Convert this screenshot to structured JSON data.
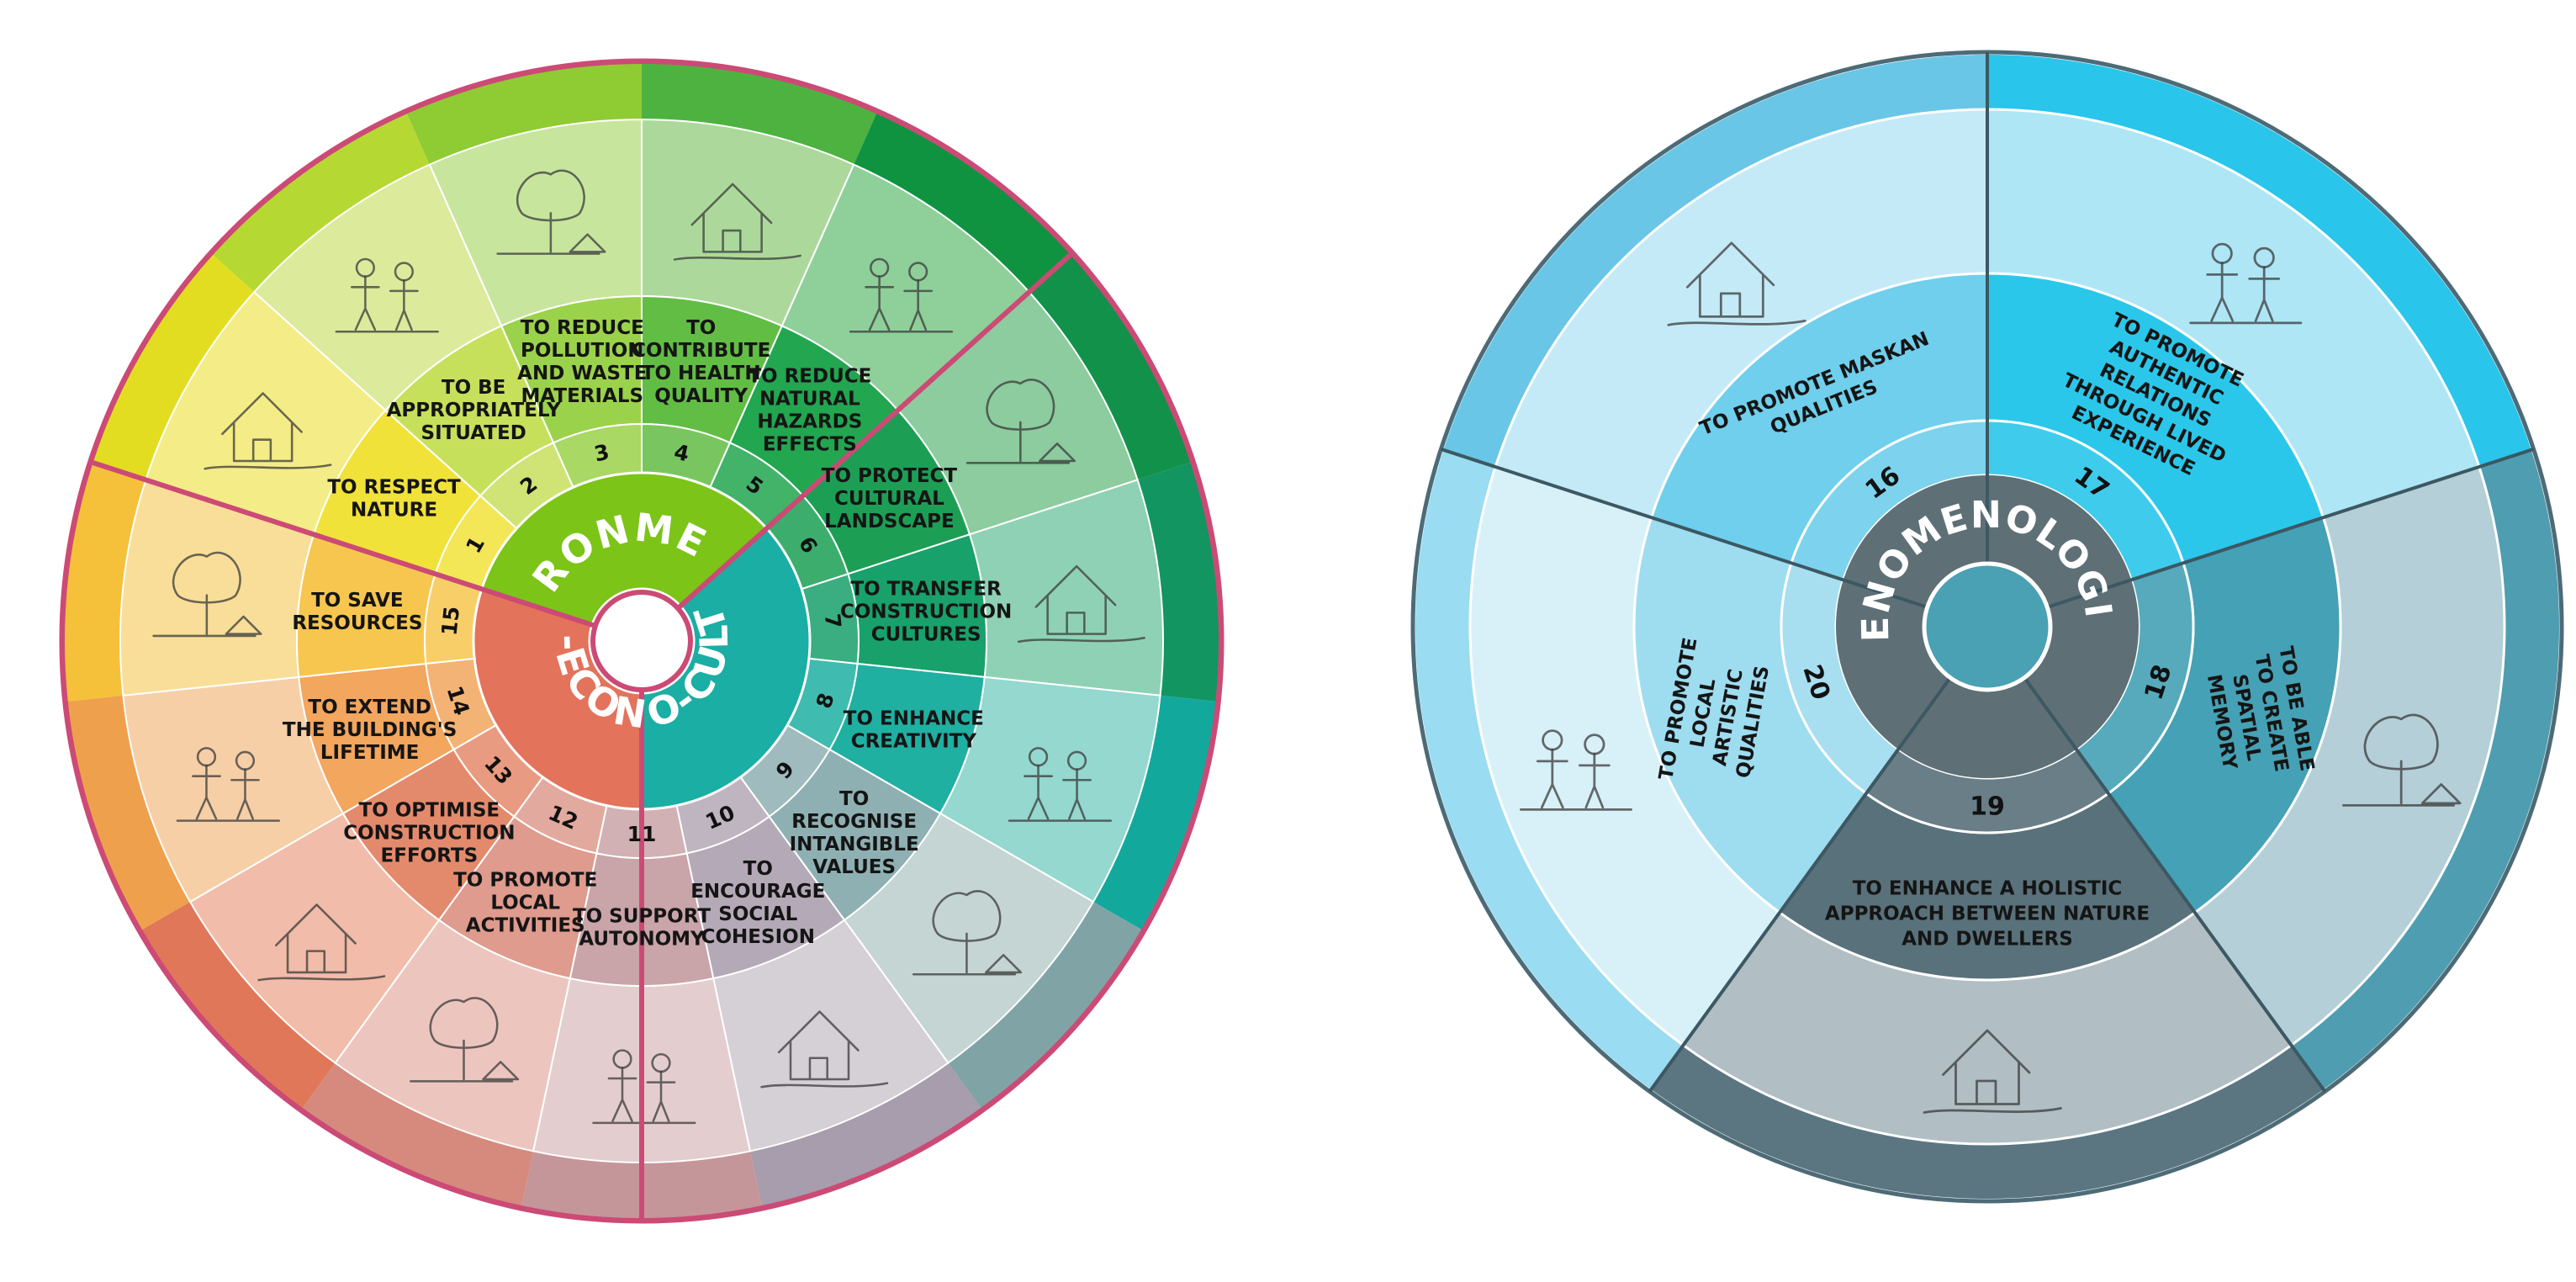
{
  "left_wheel": {
    "categories": [
      {
        "id": "environmental",
        "label": "ENVIRONMENTAL",
        "color": "#7cc417"
      },
      {
        "id": "socio_cultural",
        "label": "SOCIO-CULTURAL",
        "color": "#1aaea4"
      },
      {
        "id": "socio_economic",
        "label": "SOCIO-ECONOMIC",
        "color": "#e3735b"
      }
    ],
    "sectors": [
      {
        "num": "1",
        "lines": [
          "TO RESPECT",
          "NATURE"
        ],
        "inner": "#f1e23a",
        "outer": "#f4ec86",
        "rim": "#e3dd22",
        "category": "environmental"
      },
      {
        "num": "2",
        "lines": [
          "TO BE",
          "APPROPRIATELY",
          "SITUATED"
        ],
        "inner": "#c7e05c",
        "outer": "#dcea9c",
        "rim": "#b6d832",
        "category": "environmental"
      },
      {
        "num": "3",
        "lines": [
          "TO REDUCE",
          "POLLUTION",
          "AND WASTE",
          "MATERIALS"
        ],
        "inner": "#9bd24b",
        "outer": "#c8e59e",
        "rim": "#8fcb33",
        "category": "environmental"
      },
      {
        "num": "4",
        "lines": [
          "TO",
          "CONTRIBUTE",
          "TO HEALTH",
          "QUALITY"
        ],
        "inner": "#62bd45",
        "outer": "#acd99b",
        "rim": "#4eb241",
        "category": "environmental"
      },
      {
        "num": "5",
        "lines": [
          "TO REDUCE",
          "NATURAL",
          "HAZARDS",
          "EFFECTS"
        ],
        "inner": "#22a650",
        "outer": "#8fcf9a",
        "rim": "#0f9341",
        "category": "environmental"
      },
      {
        "num": "6",
        "lines": [
          "TO PROTECT",
          "CULTURAL",
          "LANDSCAPE"
        ],
        "inner": "#1c9f55",
        "outer": "#8ccc9e",
        "rim": "#12914a",
        "category": "socio_cultural"
      },
      {
        "num": "7",
        "lines": [
          "TO TRANSFER",
          "CONSTRUCTION",
          "CULTURES"
        ],
        "inner": "#18a16b",
        "outer": "#8fd1b4",
        "rim": "#129561",
        "category": "socio_cultural"
      },
      {
        "num": "8",
        "lines": [
          "TO ENHANCE",
          "CREATIVITY"
        ],
        "inner": "#1fb0a2",
        "outer": "#94d8cf",
        "rim": "#12a99c",
        "category": "socio_cultural"
      },
      {
        "num": "9",
        "lines": [
          "TO",
          "RECOGNISE",
          "INTANGIBLE",
          "VALUES"
        ],
        "inner": "#8fb0b3",
        "outer": "#c4d5d4",
        "rim": "#80a4a6",
        "category": "socio_cultural"
      },
      {
        "num": "10",
        "lines": [
          "TO",
          "ENCOURAGE",
          "SOCIAL",
          "COHESION"
        ],
        "inner": "#b4a9b6",
        "outer": "#d5cfd6",
        "rim": "#a79dac",
        "category": "socio_cultural"
      },
      {
        "num": "11",
        "lines": [
          "TO SUPPORT",
          "AUTONOMY"
        ],
        "inner": "#c9a4a8",
        "outer": "#e4cdce",
        "rim": "#c59699",
        "category": "socio_economic"
      },
      {
        "num": "12",
        "lines": [
          "TO PROMOTE",
          "LOCAL",
          "ACTIVITIES"
        ],
        "inner": "#de9b8e",
        "outer": "#ecc6be",
        "rim": "#d58a7d",
        "category": "socio_economic"
      },
      {
        "num": "13",
        "lines": [
          "TO OPTIMISE",
          "CONSTRUCTION",
          "EFFORTS"
        ],
        "inner": "#e48a6c",
        "outer": "#f1bca9",
        "rim": "#e07759",
        "category": "socio_economic"
      },
      {
        "num": "14",
        "lines": [
          "TO EXTEND",
          "THE BUILDING'S",
          "LIFETIME"
        ],
        "inner": "#f2a65e",
        "outer": "#f6cfa7",
        "rim": "#efa04d",
        "category": "socio_economic"
      },
      {
        "num": "15",
        "lines": [
          "TO SAVE",
          "RESOURCES"
        ],
        "inner": "#f7c64e",
        "outer": "#f8de99",
        "rim": "#f5c13a",
        "category": "socio_economic"
      }
    ]
  },
  "right_wheel": {
    "category": {
      "label": "PHENOMENOLOGICAL",
      "color": "#5e7076"
    },
    "sectors": [
      {
        "num": "16",
        "lines": [
          "TO PROMOTE MASKAN",
          "QUALITIES"
        ],
        "inner": "#6fcfec",
        "outer": "#c4eaf7",
        "rim": "#69c6e6"
      },
      {
        "num": "17",
        "lines": [
          "TO PROMOTE",
          "AUTHENTIC",
          "RELATIONS",
          "THROUGH LIVED",
          "EXPERIENCE"
        ],
        "inner": "#2bc7ea",
        "outer": "#aee6f5",
        "rim": "#29c5ea"
      },
      {
        "num": "18",
        "lines": [
          "TO BE ABLE",
          "TO CREATE",
          "SPATIAL",
          "MEMORY"
        ],
        "inner": "#45a1b5",
        "outer": "#b4cfd7",
        "rim": "#4f9db0"
      },
      {
        "num": "19",
        "lines": [
          "TO ENHANCE A HOLISTIC",
          "APPROACH BETWEEN NATURE",
          "AND DWELLERS"
        ],
        "inner": "#59717a",
        "outer": "#b1bec4",
        "rim": "#5b7681"
      },
      {
        "num": "20",
        "lines": [
          "TO PROMOTE",
          "LOCAL",
          "ARTISTIC",
          "QUALITIES"
        ],
        "inner": "#9edcf0",
        "outer": "#d8f1f9",
        "rim": "#9adcf1"
      }
    ]
  },
  "icons": [
    "house-sketch-icon",
    "people-sketch-icon",
    "tree-sketch-icon"
  ]
}
